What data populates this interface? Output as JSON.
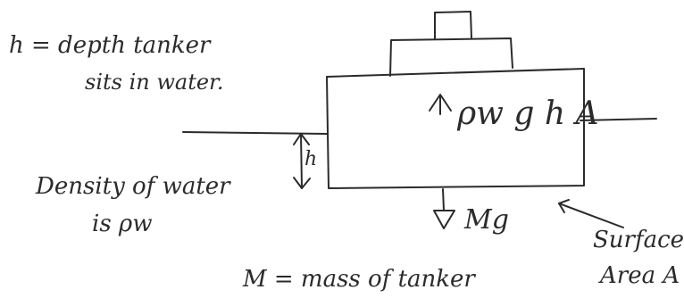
{
  "labels": {
    "depth_def_line1": "h = depth tanker",
    "depth_def_line2": "sits in water.",
    "buoyancy": "ρw g h A",
    "h": "h",
    "density_line1": "Density of water",
    "density_line2": "is ρw",
    "weight": "Mg",
    "surface_line1": "Surface",
    "surface_line2": "Area A",
    "mass_def": "M = mass of tanker"
  },
  "colors": {
    "ink": "#2b2b2b",
    "background": "#ffffff"
  }
}
